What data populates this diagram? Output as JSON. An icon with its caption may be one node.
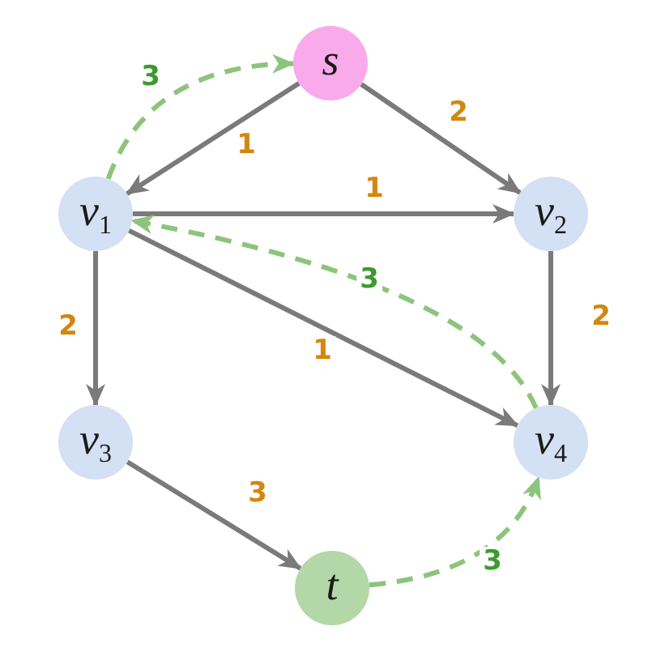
{
  "diagram": {
    "nodes": [
      {
        "text": [
          "s"
        ]
      },
      {
        "text": [
          "v$_{1}$"
        ]
      },
      {
        "text": [
          "v$_{2}$"
        ]
      },
      {
        "text": [
          "v$_{3}$"
        ]
      },
      {
        "text": [
          "v$_{4}$"
        ]
      },
      {
        "text": [
          "t"
        ]
      }
    ],
    "edges": [
      {
        "from": 0,
        "to": 1,
        "arrow": "to",
        "label": "1"
      },
      {
        "from": 0,
        "to": 2,
        "arrow": "to",
        "label": "2"
      },
      {
        "from": 1,
        "to": 2,
        "arrow": "to",
        "label": "1"
      },
      {
        "from": 1,
        "to": 3,
        "arrow": "to",
        "label": "2"
      },
      {
        "from": 1,
        "to": 4,
        "arrow": "to",
        "label": "1"
      },
      {
        "from": 2,
        "to": 4,
        "arrow": "to",
        "label": "2"
      },
      {
        "from": 3,
        "to": 5,
        "arrow": "to",
        "label": "3"
      },
      {
        "from": 1,
        "to": 0,
        "arrow": "to",
        "label": "3",
        "style": "dashed",
        "color": "#8cc47c"
      },
      {
        "from": 4,
        "to": 1,
        "arrow": "to",
        "label": "3",
        "style": "dashed",
        "color": "#8cc47c"
      },
      {
        "from": 5,
        "to": 4,
        "arrow": "to",
        "label": "3",
        "style": "dashed",
        "color": "#8cc47c"
      }
    ]
  }
}
